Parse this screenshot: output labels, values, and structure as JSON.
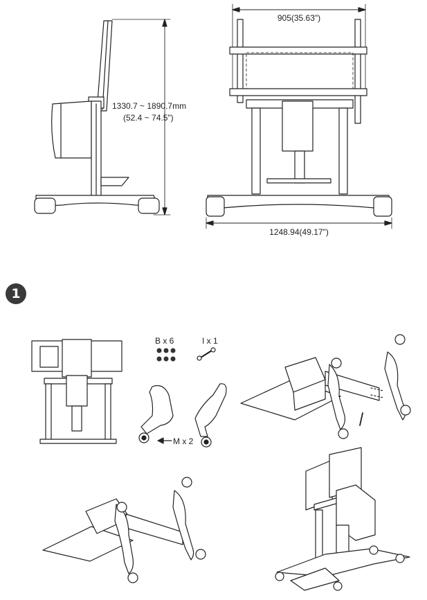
{
  "dimensions": {
    "width_label": "905(35.63\")",
    "height_label_mm": "1330.7 ~ 1890.7mm",
    "height_label_in": "(52.4 ~ 74.5\")",
    "base_width_label": "1248.94(49.17\")"
  },
  "step": {
    "number": "1"
  },
  "parts": {
    "bolt_label": "B x 6",
    "wrench_label": "I x 1",
    "screw_label": "M x 2"
  }
}
